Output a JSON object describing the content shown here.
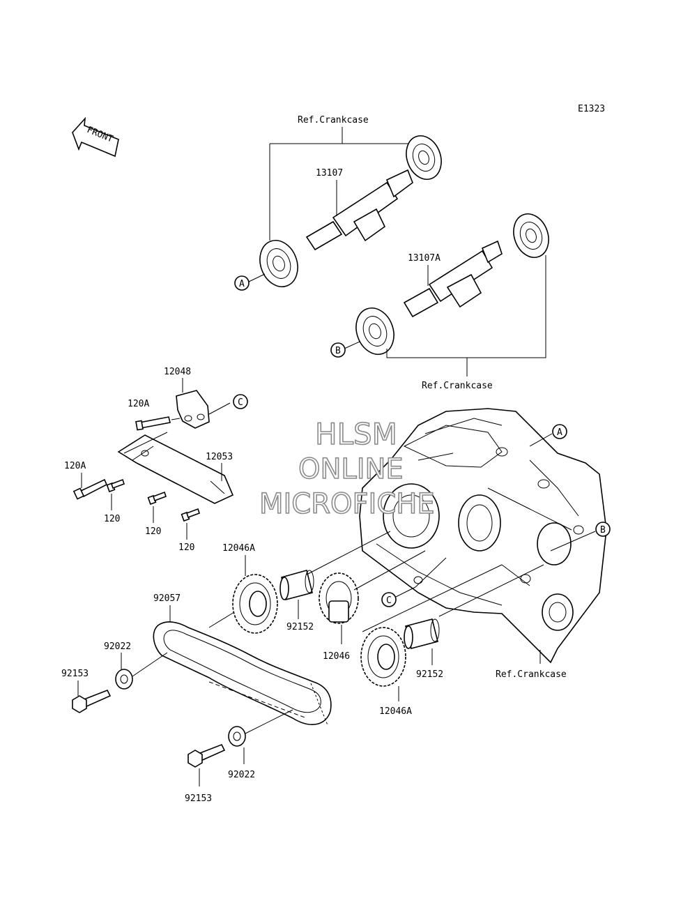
{
  "diagram_code": "E1323",
  "front_label": "FRONT",
  "watermark": {
    "line1": "HLSM",
    "line2": "ONLINE",
    "line3": "MICROFICHE"
  },
  "ref_labels": {
    "top": "Ref.Crankcase",
    "middle": "Ref.Crankcase",
    "bottom": "Ref.Crankcase"
  },
  "callouts": {
    "a_left": "A",
    "b_left": "B",
    "c_top": "C",
    "a_right": "A",
    "b_right": "B",
    "c_mid": "C"
  },
  "parts": {
    "p13107": "13107",
    "p13107a": "13107A",
    "p12048": "12048",
    "p120a_top": "120A",
    "p120a_left": "120A",
    "p12053": "12053",
    "p120_a": "120",
    "p120_b": "120",
    "p120_c": "120",
    "p12046a_top": "12046A",
    "p92057": "92057",
    "p92022_top": "92022",
    "p92153_top": "92153",
    "p92152_left": "92152",
    "p12046": "12046",
    "p92152_right": "92152",
    "p12046a_bottom": "12046A",
    "p92022_bottom": "92022",
    "p92153_bottom": "92153"
  }
}
